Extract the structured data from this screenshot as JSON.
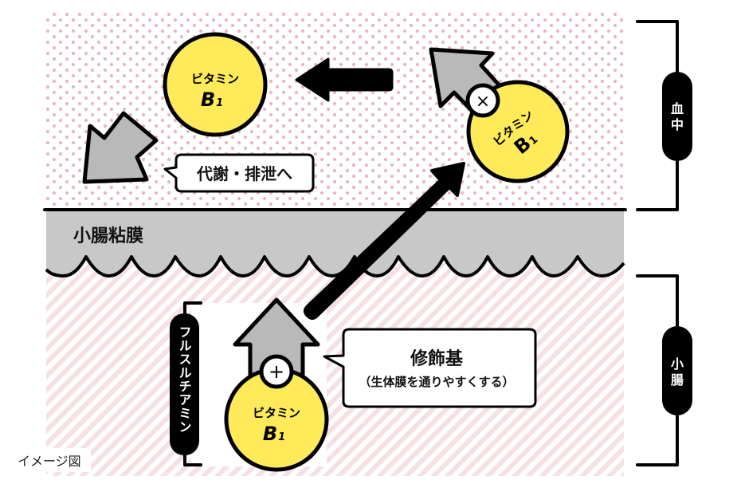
{
  "diagram": {
    "caption": "イメージ図",
    "regions": {
      "blood": {
        "label": "血中",
        "pattern": "dots",
        "color": "#e8b6c0"
      },
      "membrane": {
        "label": "小腸粘膜",
        "color": "#c8c8c8"
      },
      "intestine": {
        "label": "小腸",
        "pattern": "stripes",
        "color": "#f5e1e4"
      }
    },
    "vitamin": {
      "name": "ビタミン",
      "symbol": "B",
      "subscript": "1",
      "color": "#ffeb5a"
    },
    "molecules": [
      {
        "id": "vb1-blood-free",
        "name": "ビタミン",
        "symbol": "B",
        "subscript": "1"
      },
      {
        "id": "vb1-blood-detached",
        "name": "ビタミン",
        "symbol": "B",
        "subscript": "1",
        "group_marker": "×"
      },
      {
        "id": "vb1-intestine-fursultiamine",
        "name": "ビタミン",
        "symbol": "B",
        "subscript": "1",
        "group_marker": "+"
      }
    ],
    "callouts": {
      "metabolism": "代謝・排泄へ",
      "modifier_title": "修飾基",
      "modifier_desc": "（生体膜を通りやすくする）"
    },
    "compound_label": "フルスルチアミン",
    "arrows": {
      "absorption": "black arrow from intestine through membrane into blood",
      "release": "black arrow leftward in blood",
      "group_detach": "gray arrow up-left (group removed)",
      "excretion": "gray arrow down-left toward metabolism/excretion",
      "modifier_up": "gray arrow upward from modifier group"
    },
    "brackets": [
      {
        "id": "blood",
        "label": "血中"
      },
      {
        "id": "intestine",
        "label": "小腸"
      }
    ]
  }
}
